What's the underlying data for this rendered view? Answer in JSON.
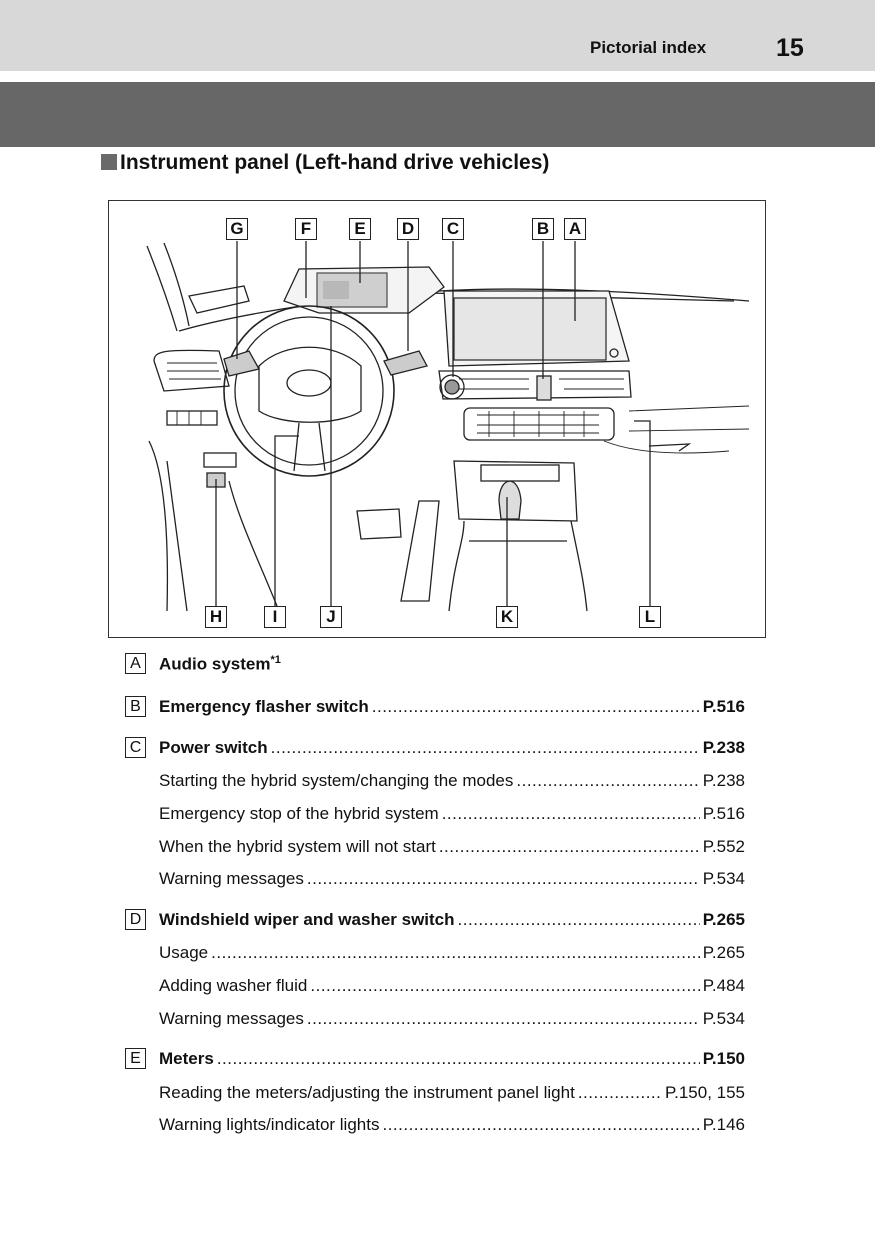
{
  "header": {
    "section": "Pictorial index",
    "page_number": "15"
  },
  "heading": "Instrument panel (Left-hand drive vehicles)",
  "figure": {
    "top_labels": [
      "G",
      "F",
      "E",
      "D",
      "C",
      "B",
      "A"
    ],
    "bottom_labels": [
      "H",
      "I",
      "J",
      "K",
      "L"
    ]
  },
  "entries": [
    {
      "badge": "A",
      "text": "Audio system",
      "sup": "*1",
      "page": ""
    },
    {
      "badge": "B",
      "text": "Emergency flasher switch",
      "page": "P.516"
    },
    {
      "badge": "C",
      "text": "Power switch",
      "page": "P.238"
    },
    {
      "badge": "",
      "text": "Starting the hybrid system/changing the modes",
      "page": "P.238"
    },
    {
      "badge": "",
      "text": "Emergency stop of the hybrid system",
      "page": "P.516"
    },
    {
      "badge": "",
      "text": "When the hybrid system will not start",
      "page": "P.552"
    },
    {
      "badge": "",
      "text": "Warning messages",
      "page": "P.534"
    },
    {
      "badge": "D",
      "text": "Windshield wiper and washer switch",
      "page": "P.265"
    },
    {
      "badge": "",
      "text": "Usage",
      "page": "P.265"
    },
    {
      "badge": "",
      "text": "Adding washer fluid",
      "page": "P.484"
    },
    {
      "badge": "",
      "text": "Warning messages",
      "page": "P.534"
    },
    {
      "badge": "E",
      "text": "Meters",
      "page": "P.150"
    },
    {
      "badge": "",
      "text": "Reading the meters/adjusting the instrument panel light",
      "page": "P.150, 155"
    },
    {
      "badge": "",
      "text": "Warning lights/indicator lights",
      "page": "P.146"
    }
  ]
}
